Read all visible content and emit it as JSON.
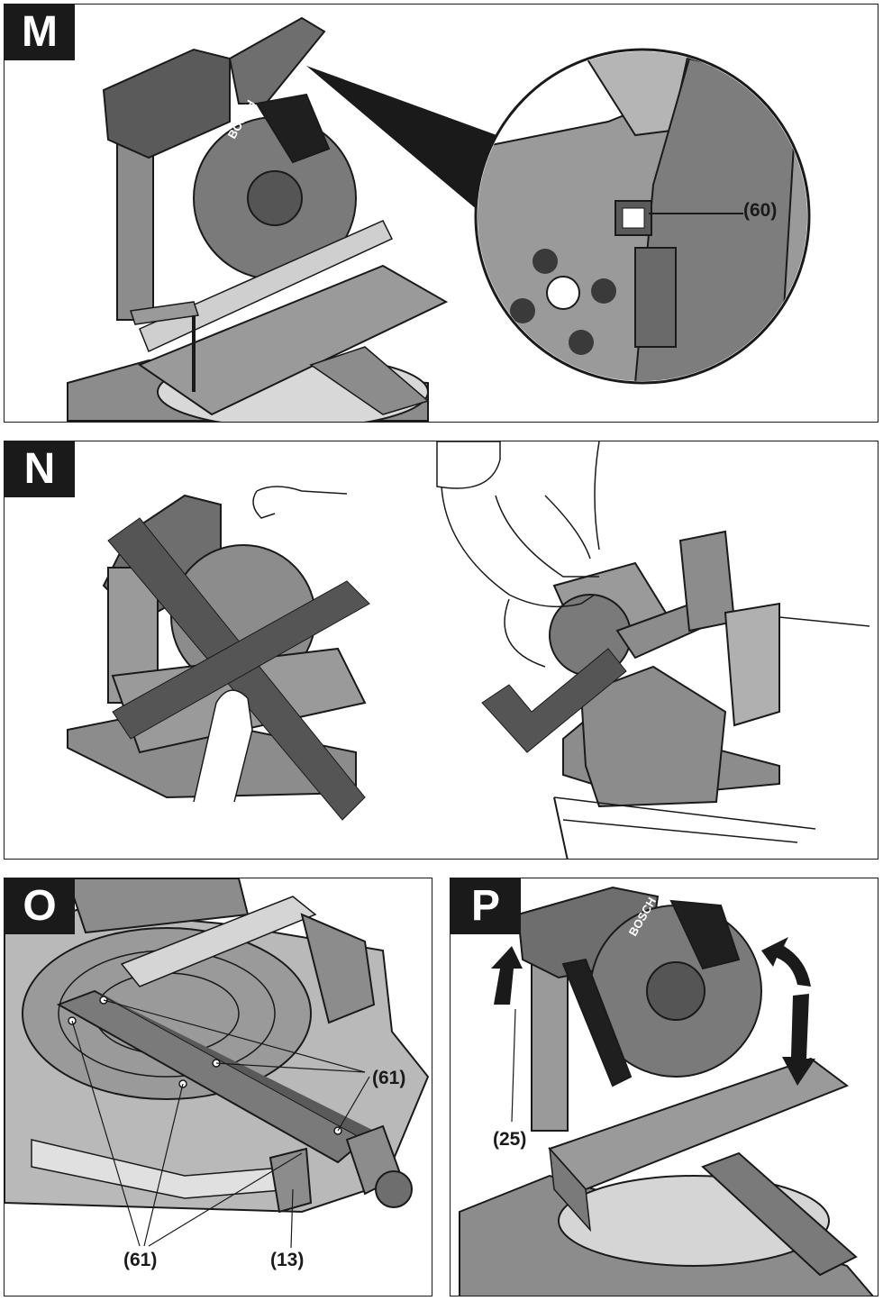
{
  "panels": {
    "m": {
      "tag": "M",
      "callout_60": "(60)"
    },
    "n": {
      "tag": "N"
    },
    "o": {
      "tag": "O",
      "callout_61_right": "(61)",
      "callout_61_bottom": "(61)",
      "callout_13": "(13)"
    },
    "p": {
      "tag": "P",
      "callout_25": "(25)"
    }
  },
  "blade_brand": "BOSCH",
  "colors": {
    "machine": "#8c8c8c",
    "machine_dark": "#4a4a4a",
    "machine_light": "#b9b9b9",
    "outline": "#1a1a1a",
    "wood": "#9a9a9a"
  }
}
